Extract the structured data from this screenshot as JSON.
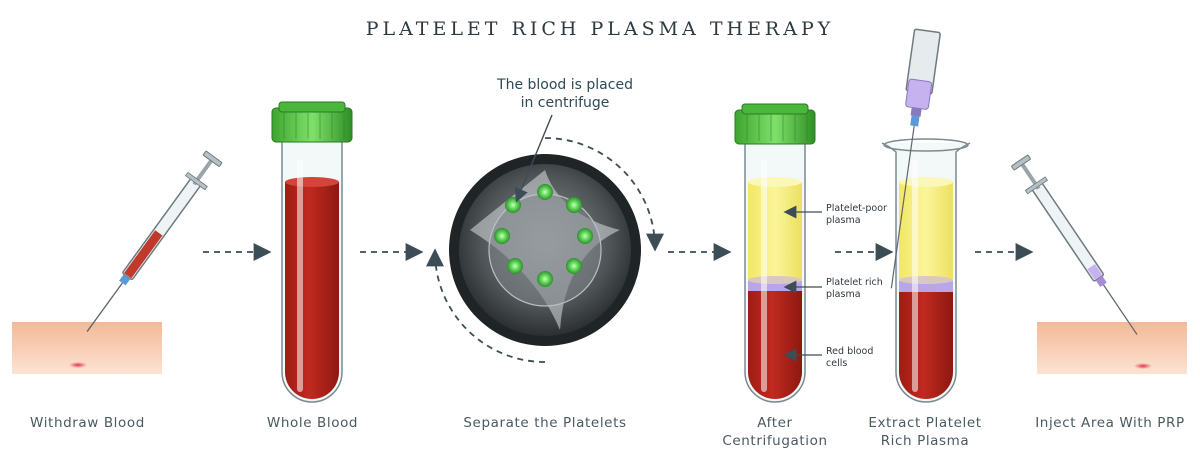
{
  "title": "PLATELET RICH PLASMA THERAPY",
  "steps": [
    {
      "label": "Withdraw Blood"
    },
    {
      "label": "Whole Blood"
    },
    {
      "label": "Separate the Platelets"
    },
    {
      "label_line1": "After",
      "label_line2": "Centrifugation"
    },
    {
      "label_line1": "Extract Platelet",
      "label_line2": "Rich Plasma"
    },
    {
      "label": "Inject Area With PRP"
    }
  ],
  "centrifuge_note": {
    "line1": "The blood is placed",
    "line2": "in centrifuge"
  },
  "layers": [
    {
      "line1": "Platelet-poor",
      "line2": "plasma"
    },
    {
      "line1": "Platelet rich",
      "line2": "plasma"
    },
    {
      "line1": "Red blood",
      "line2": "cells"
    }
  ],
  "colors": {
    "blood": "#b8261d",
    "plasma": "#f7ef7a",
    "platelet_layer": "#b9a6e8",
    "cap": "#56c945",
    "skin": "#f6c9ad",
    "arrow": "#3d4d55"
  }
}
